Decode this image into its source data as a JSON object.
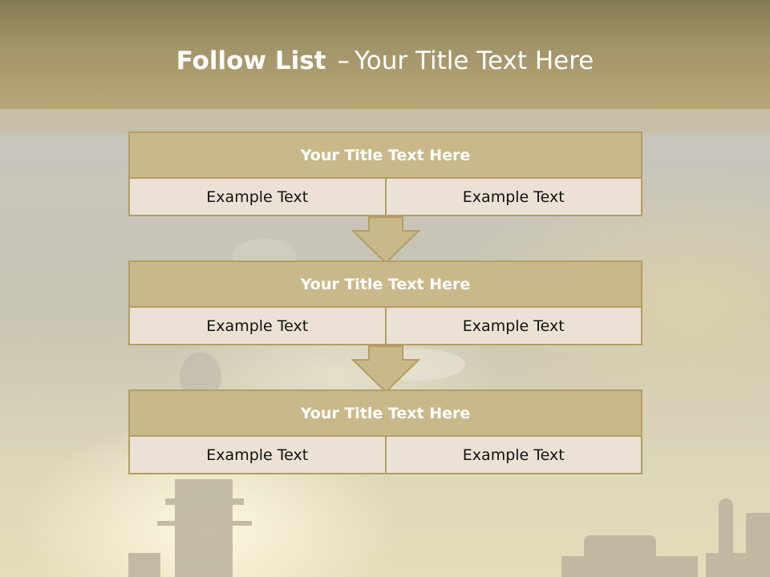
{
  "slide": {
    "title_bold": "Follow List",
    "title_separator": "–",
    "title_rest": "Your Title Text Here"
  },
  "cards": [
    {
      "heading": "Your Title Text Here",
      "left": "Example Text",
      "right": "Example Text"
    },
    {
      "heading": "Your Title Text Here",
      "left": "Example Text",
      "right": "Example Text"
    },
    {
      "heading": "Your Title Text Here",
      "left": "Example Text",
      "right": "Example Text"
    }
  ],
  "colors": {
    "header_band": "#a2956a",
    "card_heading_fill": "#c9b98a",
    "card_body_fill": "#ebe2d5",
    "border": "#b49c66"
  },
  "icons": [
    "down-arrow-icon",
    "down-arrow-icon"
  ]
}
